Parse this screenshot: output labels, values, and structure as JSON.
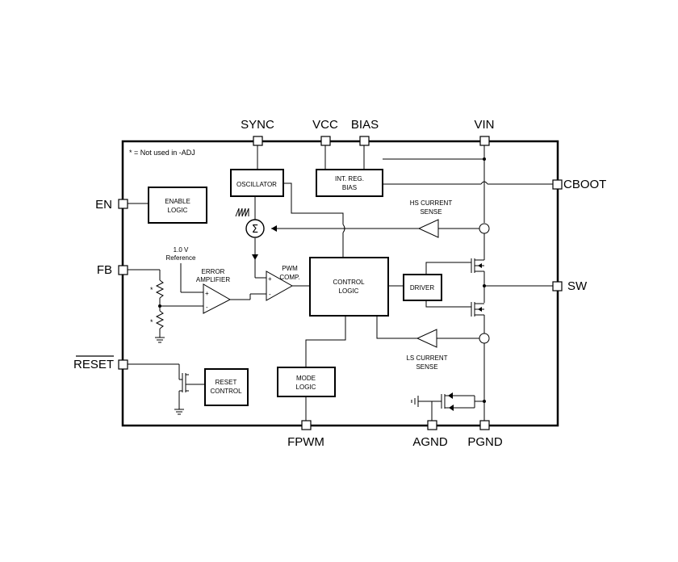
{
  "note": "* = Not used in -ADJ",
  "pins": {
    "sync": "SYNC",
    "vcc": "VCC",
    "bias": "BIAS",
    "vin": "VIN",
    "cboot": "CBOOT",
    "en": "EN",
    "fb": "FB",
    "reset": "RESET",
    "sw": "SW",
    "fpwm": "FPWM",
    "agnd": "AGND",
    "pgnd": "PGND"
  },
  "blocks": {
    "oscillator": "OSCILLATOR",
    "int_reg": [
      "INT. REG.",
      "BIAS"
    ],
    "enable_logic": [
      "ENABLE",
      "LOGIC"
    ],
    "control_logic": [
      "CONTROL",
      "LOGIC"
    ],
    "driver": "DRIVER",
    "reset_control": [
      "RESET",
      "CONTROL"
    ],
    "mode_logic": [
      "MODE",
      "LOGIC"
    ]
  },
  "labels": {
    "hs_sense": [
      "HS CURRENT",
      "SENSE"
    ],
    "ls_sense": [
      "LS CURRENT",
      "SENSE"
    ],
    "reference": [
      "1.0 V",
      "Reference"
    ],
    "error_amp": [
      "ERROR",
      "AMPLIFIER"
    ],
    "pwm_comp": [
      "PWM",
      "COMP."
    ],
    "sigma": "Σ",
    "star_top": "*",
    "star_bottom": "*",
    "plus_ea": "+",
    "minus_ea": "-",
    "plus_pwm": "+",
    "minus_pwm": "-"
  }
}
